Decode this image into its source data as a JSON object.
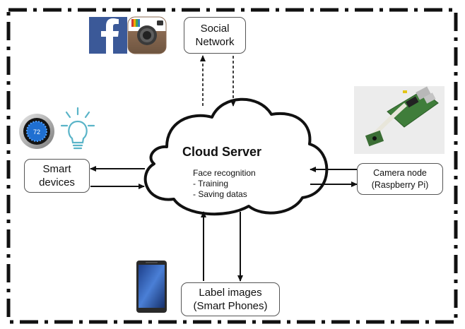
{
  "nodes": {
    "social_network": {
      "line1": "Social",
      "line2": "Network"
    },
    "smart_devices": {
      "line1": "Smart",
      "line2": "devices"
    },
    "camera_node": {
      "line1": "Camera node",
      "line2": "(Raspberry Pi)"
    },
    "label_images": {
      "line1": "Label images",
      "line2": "(Smart Phones)"
    }
  },
  "cloud": {
    "title": "Cloud Server",
    "lines": [
      "Face recognition",
      "- Training",
      "- Saving datas"
    ]
  },
  "icons": {
    "facebook": "facebook-logo-icon",
    "instagram": "instagram-logo-icon",
    "thermostat": "nest-thermostat-icon",
    "thermostat_reading": "72",
    "bulb": "light-bulb-icon",
    "raspberry_pi": "raspberry-pi-camera-photo",
    "phone": "smartphone-icon"
  },
  "colors": {
    "facebook_blue": "#3b5998",
    "bulb_cyan": "#5ab4c8",
    "thermostat_blue": "#1f6fd1",
    "border": "#111111"
  }
}
